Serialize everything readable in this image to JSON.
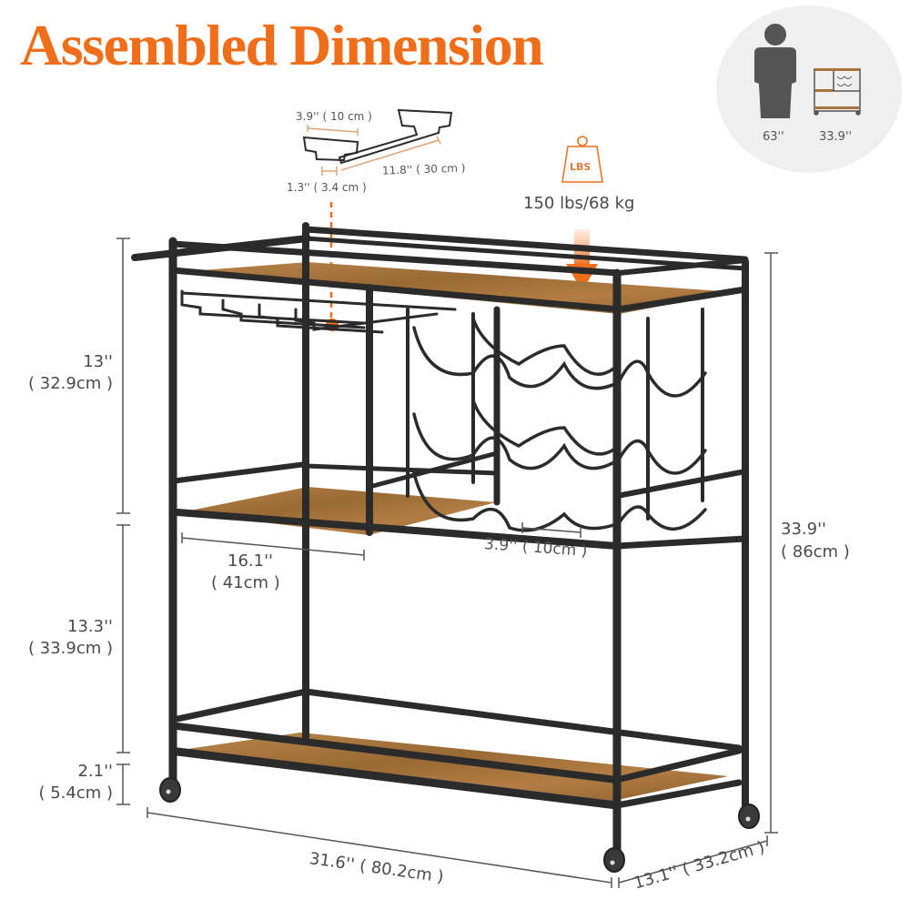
{
  "title": "Assembled Dimension",
  "colors": {
    "accent": "#f06e1a",
    "frame": "#2b2b2b",
    "wood": "#a7743c",
    "text": "#4a4a4a",
    "badge_bg": "#efefef"
  },
  "comparison_badge": {
    "person_icon": "person-silhouette-icon",
    "person_height": "63''",
    "cart_icon": "bar-cart-thumbnail-icon",
    "cart_height": "33.9''"
  },
  "glass_holder_detail": {
    "width": "3.9'' ( 10 cm )",
    "length": "11.8'' ( 30 cm )",
    "gap": "1.3'' ( 3.4 cm )"
  },
  "load_capacity": {
    "icon": "weight-lbs-icon",
    "icon_text": "LBS",
    "value": "150 lbs/68 kg"
  },
  "dimensions": {
    "upper_shelf_height": {
      "in": "13''",
      "cm": "( 32.9cm )"
    },
    "middle_shelf_height": {
      "in": "13.3''",
      "cm": "( 33.9cm )"
    },
    "wheel_clearance": {
      "in": "2.1''",
      "cm": "( 5.4cm )"
    },
    "middle_shelf_width": {
      "in": "16.1''",
      "cm": "( 41cm )"
    },
    "bottle_slot": "3.9'' ( 10cm )",
    "total_height": {
      "in": "33.9''",
      "cm": "( 86cm )"
    },
    "total_length": "31.6'' ( 80.2cm )",
    "total_depth": "13.1'' ( 33.2cm )"
  }
}
